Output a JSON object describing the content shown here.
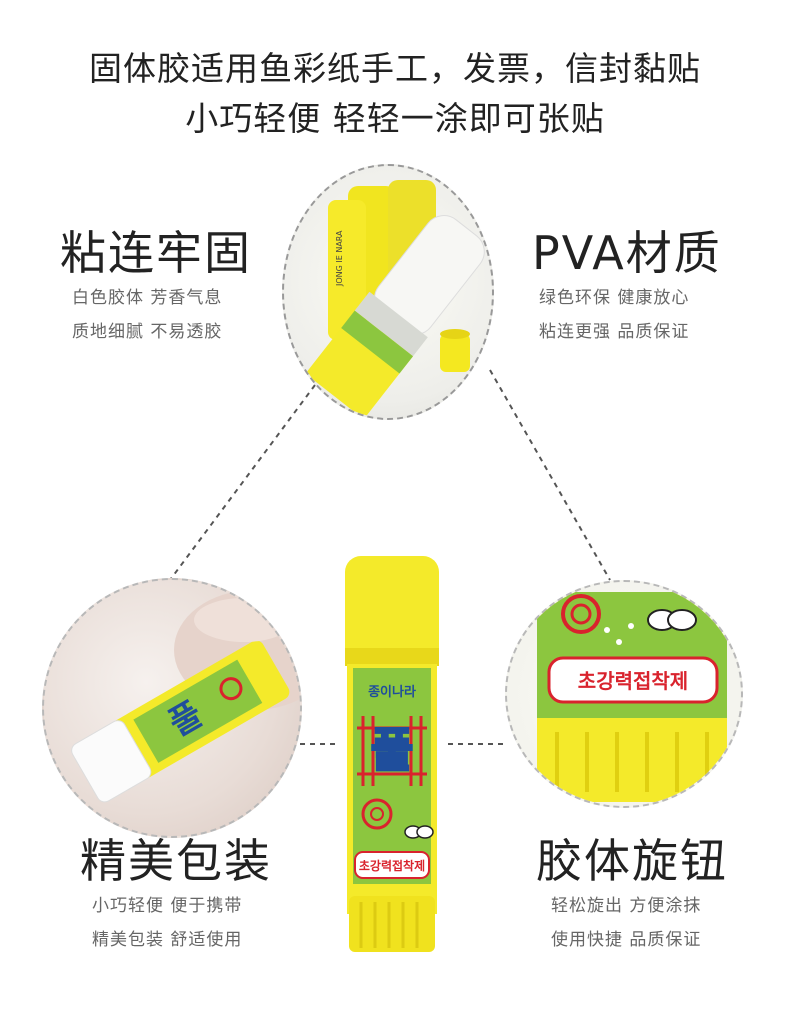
{
  "headline": {
    "line1": "固体胶适用鱼彩纸手工，发票，信封黏贴",
    "line2": "小巧轻便  轻轻一涂即可张贴"
  },
  "features": {
    "top_left": {
      "title": "粘连牢固",
      "sub1": "白色胶体  芳香气息",
      "sub2": "质地细腻  不易透胶"
    },
    "top_right": {
      "title": "PVA材质",
      "sub1": "绿色环保  健康放心",
      "sub2": "粘连更强  品质保证"
    },
    "bottom_left": {
      "title": "精美包装",
      "sub1": "小巧轻便  便于携带",
      "sub2": "精美包装  舒适使用"
    },
    "bottom_right": {
      "title": "胶体旋钮",
      "sub1": "轻松旋出  方便涂抹",
      "sub2": "使用快捷  品质保证"
    }
  },
  "product": {
    "brand": "종이나라",
    "name": "풀",
    "slogan": "초강력접착제",
    "cap_text": "JONG IE NARA"
  },
  "colors": {
    "yellow": "#f4ea2a",
    "yellow_dark": "#e0cf10",
    "green": "#8cc63f",
    "red": "#d9232d",
    "blue": "#1f4e9c"
  }
}
